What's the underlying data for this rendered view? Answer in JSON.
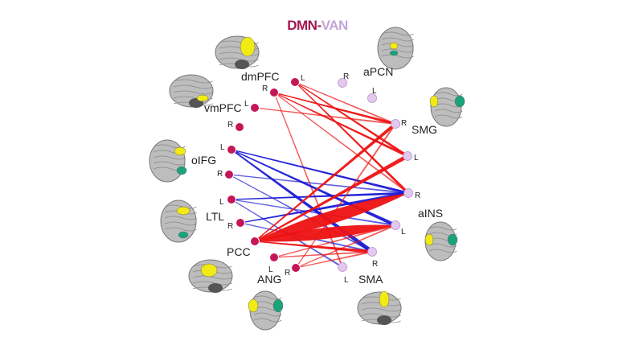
{
  "title": {
    "left": "DMN",
    "sep": "-",
    "right": "VAN"
  },
  "colors": {
    "dmn": "#c4175a",
    "van": "#e3c8ef",
    "van_stroke": "#b891c9",
    "positive": "#ee1111",
    "negative": "#1a1ad6",
    "title_dmn": "#a0174d",
    "title_van": "#c4a6d4"
  },
  "regions": [
    {
      "id": "dmPFC",
      "label": "dmPFC",
      "network": "DMN"
    },
    {
      "id": "vmPFC",
      "label": "vmPFC",
      "network": "DMN"
    },
    {
      "id": "oIFG",
      "label": "oIFG",
      "network": "DMN"
    },
    {
      "id": "LTL",
      "label": "LTL",
      "network": "DMN"
    },
    {
      "id": "PCC",
      "label": "PCC",
      "network": "DMN"
    },
    {
      "id": "ANG",
      "label": "ANG",
      "network": "DMN"
    },
    {
      "id": "aPCN",
      "label": "aPCN",
      "network": "VAN"
    },
    {
      "id": "SMG",
      "label": "SMG",
      "network": "VAN"
    },
    {
      "id": "aINS",
      "label": "aINS",
      "network": "VAN"
    },
    {
      "id": "SMA",
      "label": "SMA",
      "network": "VAN"
    }
  ],
  "nodes": [
    {
      "id": "dmPFC_L",
      "side": "L"
    },
    {
      "id": "dmPFC_R",
      "side": "R"
    },
    {
      "id": "vmPFC_L",
      "side": "L"
    },
    {
      "id": "vmPFC_R",
      "side": "R"
    },
    {
      "id": "oIFG_L",
      "side": "L"
    },
    {
      "id": "oIFG_R",
      "side": "R"
    },
    {
      "id": "LTL_L",
      "side": "L"
    },
    {
      "id": "LTL_R",
      "side": "R"
    },
    {
      "id": "PCC",
      "side": ""
    },
    {
      "id": "ANG_L",
      "side": "L"
    },
    {
      "id": "ANG_R",
      "side": "R"
    },
    {
      "id": "aPCN_R",
      "side": "R"
    },
    {
      "id": "aPCN_L",
      "side": "L"
    },
    {
      "id": "SMG_R",
      "side": "R"
    },
    {
      "id": "SMG_L",
      "side": "L"
    },
    {
      "id": "aINS_R",
      "side": "R"
    },
    {
      "id": "aINS_L",
      "side": "L"
    },
    {
      "id": "SMA_R",
      "side": "R"
    },
    {
      "id": "SMA_L",
      "side": "L"
    }
  ],
  "edges": [
    {
      "from": "dmPFC_L",
      "to": "SMG_R",
      "sign": "+",
      "weight": 2
    },
    {
      "from": "dmPFC_L",
      "to": "SMG_L",
      "sign": "+",
      "weight": 3
    },
    {
      "from": "dmPFC_L",
      "to": "aINS_R",
      "sign": "+",
      "weight": 3
    },
    {
      "from": "dmPFC_R",
      "to": "SMG_R",
      "sign": "+",
      "weight": 3
    },
    {
      "from": "dmPFC_R",
      "to": "SMG_L",
      "sign": "+",
      "weight": 3
    },
    {
      "from": "dmPFC_R",
      "to": "aINS_R",
      "sign": "+",
      "weight": 2
    },
    {
      "from": "dmPFC_R",
      "to": "SMA_L",
      "sign": "+",
      "weight": 2
    },
    {
      "from": "vmPFC_L",
      "to": "SMG_R",
      "sign": "+",
      "weight": 2
    },
    {
      "from": "oIFG_L",
      "to": "aINS_R",
      "sign": "-",
      "weight": 3
    },
    {
      "from": "oIFG_L",
      "to": "SMA_R",
      "sign": "-",
      "weight": 5
    },
    {
      "from": "oIFG_L",
      "to": "aINS_L",
      "sign": "-",
      "weight": 4
    },
    {
      "from": "oIFG_R",
      "to": "SMA_R",
      "sign": "-",
      "weight": 2
    },
    {
      "from": "oIFG_R",
      "to": "aINS_R",
      "sign": "-",
      "weight": 2
    },
    {
      "from": "LTL_L",
      "to": "aINS_R",
      "sign": "-",
      "weight": 3
    },
    {
      "from": "LTL_L",
      "to": "SMA_L",
      "sign": "-",
      "weight": 2
    },
    {
      "from": "LTL_L",
      "to": "aINS_L",
      "sign": "-",
      "weight": 2
    },
    {
      "from": "LTL_R",
      "to": "aINS_R",
      "sign": "-",
      "weight": 4
    },
    {
      "from": "LTL_R",
      "to": "SMA_R",
      "sign": "-",
      "weight": 2
    },
    {
      "from": "PCC",
      "to": "aINS_R",
      "sign": "+",
      "weight": 16
    },
    {
      "from": "PCC",
      "to": "aINS_L",
      "sign": "+",
      "weight": 14
    },
    {
      "from": "PCC",
      "to": "SMG_L",
      "sign": "+",
      "weight": 5
    },
    {
      "from": "PCC",
      "to": "SMG_R",
      "sign": "+",
      "weight": 4
    },
    {
      "from": "PCC",
      "to": "SMA_R",
      "sign": "+",
      "weight": 4
    },
    {
      "from": "ANG_L",
      "to": "SMA_R",
      "sign": "+",
      "weight": 2
    },
    {
      "from": "ANG_L",
      "to": "aINS_L",
      "sign": "+",
      "weight": 2
    },
    {
      "from": "ANG_R",
      "to": "SMA_R",
      "sign": "+",
      "weight": 2
    },
    {
      "from": "ANG_R",
      "to": "aINS_L",
      "sign": "+",
      "weight": 2
    },
    {
      "from": "ANG_R",
      "to": "SMG_R",
      "sign": "+",
      "weight": 2
    }
  ]
}
